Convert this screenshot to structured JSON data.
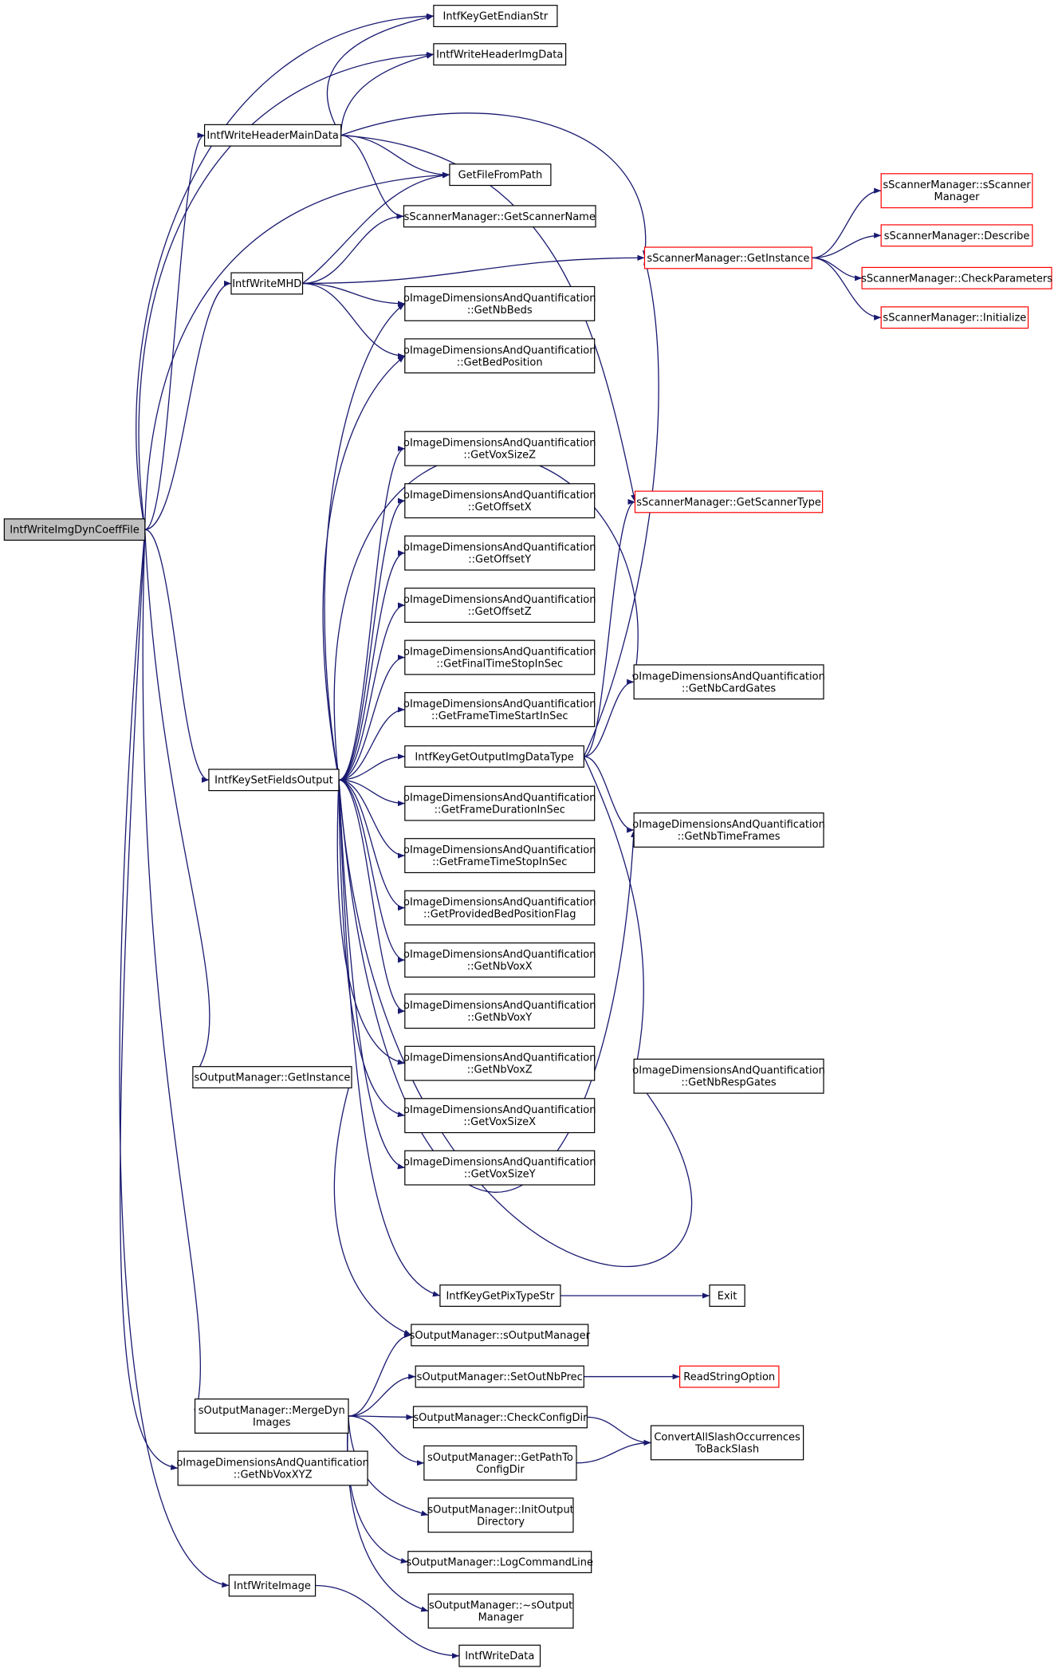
{
  "colors": {
    "edge": "#191970",
    "node_border": "#000000",
    "node_border_truncated": "#ff0000",
    "root_fill": "#bfbfbf"
  },
  "nodes": [
    {
      "id": "root",
      "lines": [
        "IntfWriteImgDynCoeffFile"
      ]
    },
    {
      "id": "endian",
      "lines": [
        "IntfKeyGetEndianStr"
      ]
    },
    {
      "id": "hdrimg",
      "lines": [
        "IntfWriteHeaderImgData"
      ]
    },
    {
      "id": "hdrmain",
      "lines": [
        "IntfWriteHeaderMainData"
      ]
    },
    {
      "id": "filepath",
      "lines": [
        "GetFileFromPath"
      ]
    },
    {
      "id": "scanname",
      "lines": [
        "sScannerManager::GetScannerName"
      ]
    },
    {
      "id": "mhd",
      "lines": [
        "IntfWriteMHD"
      ]
    },
    {
      "id": "nbbeds",
      "lines": [
        "oImageDimensionsAndQuantification",
        "::GetNbBeds"
      ]
    },
    {
      "id": "bedpos",
      "lines": [
        "oImageDimensionsAndQuantification",
        "::GetBedPosition"
      ]
    },
    {
      "id": "voxz",
      "lines": [
        "oImageDimensionsAndQuantification",
        "::GetVoxSizeZ"
      ]
    },
    {
      "id": "offx",
      "lines": [
        "oImageDimensionsAndQuantification",
        "::GetOffsetX"
      ]
    },
    {
      "id": "offy",
      "lines": [
        "oImageDimensionsAndQuantification",
        "::GetOffsetY"
      ]
    },
    {
      "id": "offz",
      "lines": [
        "oImageDimensionsAndQuantification",
        "::GetOffsetZ"
      ]
    },
    {
      "id": "finalstop",
      "lines": [
        "oImageDimensionsAndQuantification",
        "::GetFinalTimeStopInSec"
      ]
    },
    {
      "id": "framestart",
      "lines": [
        "oImageDimensionsAndQuantification",
        "::GetFrameTimeStartInSec"
      ]
    },
    {
      "id": "outdatatype",
      "lines": [
        "IntfKeyGetOutputImgDataType"
      ]
    },
    {
      "id": "setfields",
      "lines": [
        "IntfKeySetFieldsOutput"
      ]
    },
    {
      "id": "framedur",
      "lines": [
        "oImageDimensionsAndQuantification",
        "::GetFrameDurationInSec"
      ]
    },
    {
      "id": "framestop",
      "lines": [
        "oImageDimensionsAndQuantification",
        "::GetFrameTimeStopInSec"
      ]
    },
    {
      "id": "bedflag",
      "lines": [
        "oImageDimensionsAndQuantification",
        "::GetProvidedBedPositionFlag"
      ]
    },
    {
      "id": "nbvx",
      "lines": [
        "oImageDimensionsAndQuantification",
        "::GetNbVoxX"
      ]
    },
    {
      "id": "nbvy",
      "lines": [
        "oImageDimensionsAndQuantification",
        "::GetNbVoxY"
      ]
    },
    {
      "id": "nbvz",
      "lines": [
        "oImageDimensionsAndQuantification",
        "::GetNbVoxZ"
      ]
    },
    {
      "id": "voxx",
      "lines": [
        "oImageDimensionsAndQuantification",
        "::GetVoxSizeX"
      ]
    },
    {
      "id": "voxy",
      "lines": [
        "oImageDimensionsAndQuantification",
        "::GetVoxSizeY"
      ]
    },
    {
      "id": "outinst",
      "lines": [
        "sOutputManager::GetInstance"
      ]
    },
    {
      "id": "pixtype",
      "lines": [
        "IntfKeyGetPixTypeStr"
      ]
    },
    {
      "id": "exit",
      "lines": [
        "Exit"
      ]
    },
    {
      "id": "soutmgr",
      "lines": [
        "sOutputManager::sOutputManager"
      ]
    },
    {
      "id": "setoutnb",
      "lines": [
        "sOutputManager::SetOutNbPrec"
      ]
    },
    {
      "id": "readstr",
      "lines": [
        "ReadStringOption"
      ]
    },
    {
      "id": "mergedyn",
      "lines": [
        "sOutputManager::MergeDyn",
        "Images"
      ]
    },
    {
      "id": "checkcfg",
      "lines": [
        "sOutputManager::CheckConfigDir"
      ]
    },
    {
      "id": "convslash",
      "lines": [
        "ConvertAllSlashOccurrences",
        "ToBackSlash"
      ]
    },
    {
      "id": "pathcfg",
      "lines": [
        "sOutputManager::GetPathTo",
        "ConfigDir"
      ]
    },
    {
      "id": "nbvxyz",
      "lines": [
        "oImageDimensionsAndQuantification",
        "::GetNbVoxXYZ"
      ]
    },
    {
      "id": "initout",
      "lines": [
        "sOutputManager::InitOutput",
        "Directory"
      ]
    },
    {
      "id": "logcmd",
      "lines": [
        "sOutputManager::LogCommandLine"
      ]
    },
    {
      "id": "dtor",
      "lines": [
        "sOutputManager::~sOutput",
        "Manager"
      ]
    },
    {
      "id": "writeimg",
      "lines": [
        "IntfWriteImage"
      ]
    },
    {
      "id": "writedata",
      "lines": [
        "IntfWriteData"
      ]
    },
    {
      "id": "sscanctor",
      "lines": [
        "sScannerManager::sScanner",
        "Manager"
      ]
    },
    {
      "id": "describe",
      "lines": [
        "sScannerManager::Describe"
      ]
    },
    {
      "id": "scaninst",
      "lines": [
        "sScannerManager::GetInstance"
      ]
    },
    {
      "id": "checkparams",
      "lines": [
        "sScannerManager::CheckParameters"
      ]
    },
    {
      "id": "initialize",
      "lines": [
        "sScannerManager::Initialize"
      ]
    },
    {
      "id": "scantype",
      "lines": [
        "sScannerManager::GetScannerType"
      ]
    },
    {
      "id": "nbcard",
      "lines": [
        "oImageDimensionsAndQuantification",
        "::GetNbCardGates"
      ]
    },
    {
      "id": "nbframes",
      "lines": [
        "oImageDimensionsAndQuantification",
        "::GetNbTimeFrames"
      ]
    },
    {
      "id": "nbresp",
      "lines": [
        "oImageDimensionsAndQuantification",
        "::GetNbRespGates"
      ]
    }
  ],
  "edges": [
    [
      "root",
      "endian"
    ],
    [
      "root",
      "hdrimg"
    ],
    [
      "root",
      "hdrmain"
    ],
    [
      "root",
      "filepath"
    ],
    [
      "root",
      "mhd"
    ],
    [
      "root",
      "setfields"
    ],
    [
      "root",
      "outinst"
    ],
    [
      "root",
      "mergedyn"
    ],
    [
      "root",
      "nbvxyz"
    ],
    [
      "root",
      "writeimg"
    ],
    [
      "hdrmain",
      "endian"
    ],
    [
      "hdrmain",
      "hdrimg"
    ],
    [
      "hdrmain",
      "filepath"
    ],
    [
      "hdrmain",
      "scanname"
    ],
    [
      "hdrmain",
      "scaninst"
    ],
    [
      "hdrmain",
      "scantype"
    ],
    [
      "mhd",
      "filepath"
    ],
    [
      "mhd",
      "scanname"
    ],
    [
      "mhd",
      "scaninst"
    ],
    [
      "mhd",
      "nbbeds"
    ],
    [
      "mhd",
      "bedpos"
    ],
    [
      "setfields",
      "nbbeds"
    ],
    [
      "setfields",
      "bedpos"
    ],
    [
      "setfields",
      "voxz"
    ],
    [
      "setfields",
      "offx"
    ],
    [
      "setfields",
      "offy"
    ],
    [
      "setfields",
      "offz"
    ],
    [
      "setfields",
      "finalstop"
    ],
    [
      "setfields",
      "framestart"
    ],
    [
      "setfields",
      "outdatatype"
    ],
    [
      "setfields",
      "framedur"
    ],
    [
      "setfields",
      "framestop"
    ],
    [
      "setfields",
      "bedflag"
    ],
    [
      "setfields",
      "nbvx"
    ],
    [
      "setfields",
      "nbvy"
    ],
    [
      "setfields",
      "nbvz"
    ],
    [
      "setfields",
      "voxx"
    ],
    [
      "setfields",
      "voxy"
    ],
    [
      "setfields",
      "nbcard"
    ],
    [
      "setfields",
      "nbframes"
    ],
    [
      "setfields",
      "nbresp"
    ],
    [
      "setfields",
      "pixtype"
    ],
    [
      "outdatatype",
      "scaninst"
    ],
    [
      "outdatatype",
      "scantype"
    ],
    [
      "outdatatype",
      "nbcard"
    ],
    [
      "outdatatype",
      "nbframes"
    ],
    [
      "outdatatype",
      "nbresp"
    ],
    [
      "scaninst",
      "sscanctor"
    ],
    [
      "scaninst",
      "describe"
    ],
    [
      "scaninst",
      "checkparams"
    ],
    [
      "scaninst",
      "initialize"
    ],
    [
      "pixtype",
      "exit"
    ],
    [
      "outinst",
      "soutmgr"
    ],
    [
      "mergedyn",
      "soutmgr"
    ],
    [
      "mergedyn",
      "setoutnb"
    ],
    [
      "mergedyn",
      "checkcfg"
    ],
    [
      "mergedyn",
      "pathcfg"
    ],
    [
      "mergedyn",
      "initout"
    ],
    [
      "mergedyn",
      "logcmd"
    ],
    [
      "mergedyn",
      "dtor"
    ],
    [
      "setoutnb",
      "readstr"
    ],
    [
      "checkcfg",
      "convslash"
    ],
    [
      "pathcfg",
      "convslash"
    ],
    [
      "writeimg",
      "writedata"
    ]
  ]
}
